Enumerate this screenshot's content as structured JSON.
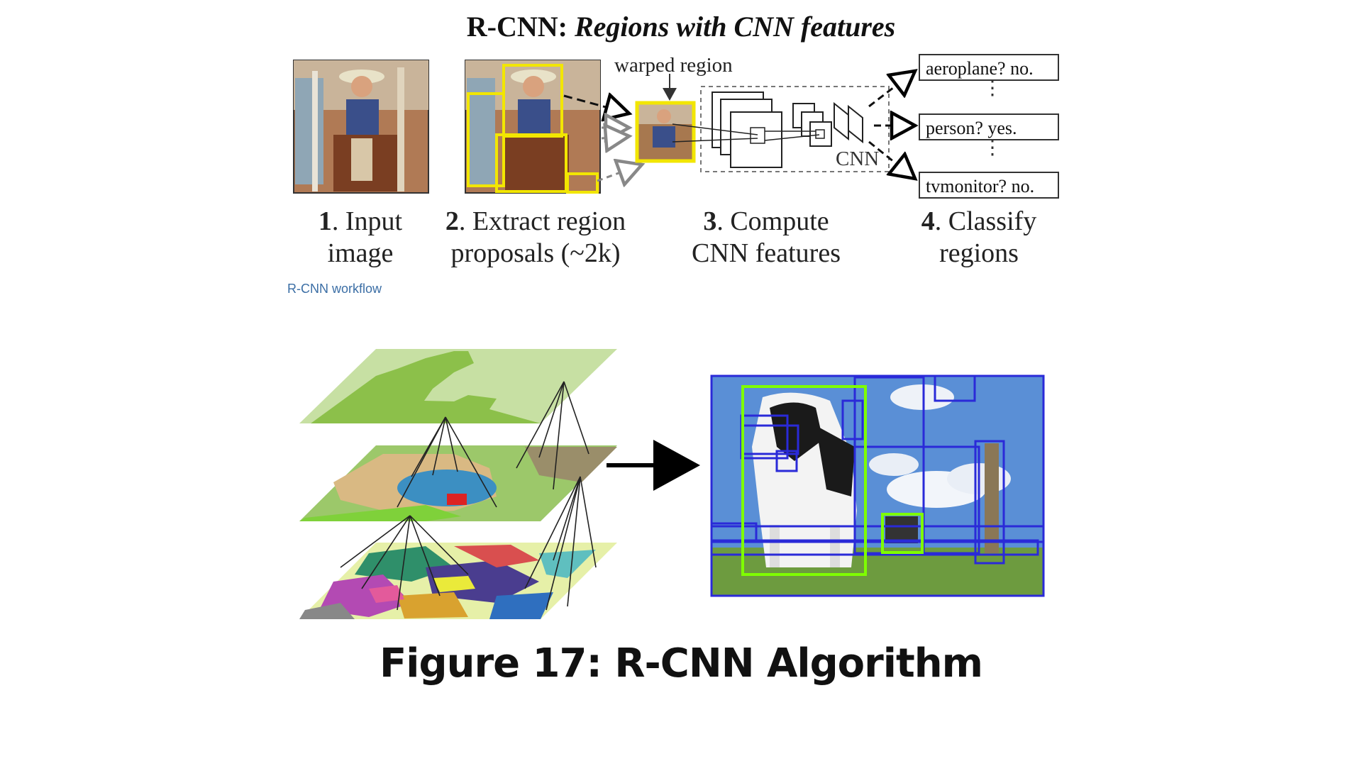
{
  "top_title": {
    "main": "R-CNN: ",
    "italic": "Regions with CNN features"
  },
  "warped_label": "warped region",
  "cnn_label": "CNN",
  "classes": [
    {
      "text": "aeroplane? no."
    },
    {
      "text": "person? yes."
    },
    {
      "text": "tvmonitor? no."
    }
  ],
  "steps": [
    {
      "num": "1",
      "line1": ". Input",
      "line2": "image"
    },
    {
      "num": "2",
      "line1": ". Extract region",
      "line2": "proposals (~2k)"
    },
    {
      "num": "3",
      "line1": ". Compute",
      "line2": "CNN features"
    },
    {
      "num": "4",
      "line1": ". Classify",
      "line2": "regions"
    }
  ],
  "workflow_caption": "R-CNN workflow",
  "figure_caption": "Figure 17: R-CNN Algorithm",
  "colors": {
    "proposal_box": "#f2e600",
    "detect_green": "#7fff00",
    "detect_blue": "#2a2ad8",
    "caption_blue": "#3b6ea5"
  }
}
